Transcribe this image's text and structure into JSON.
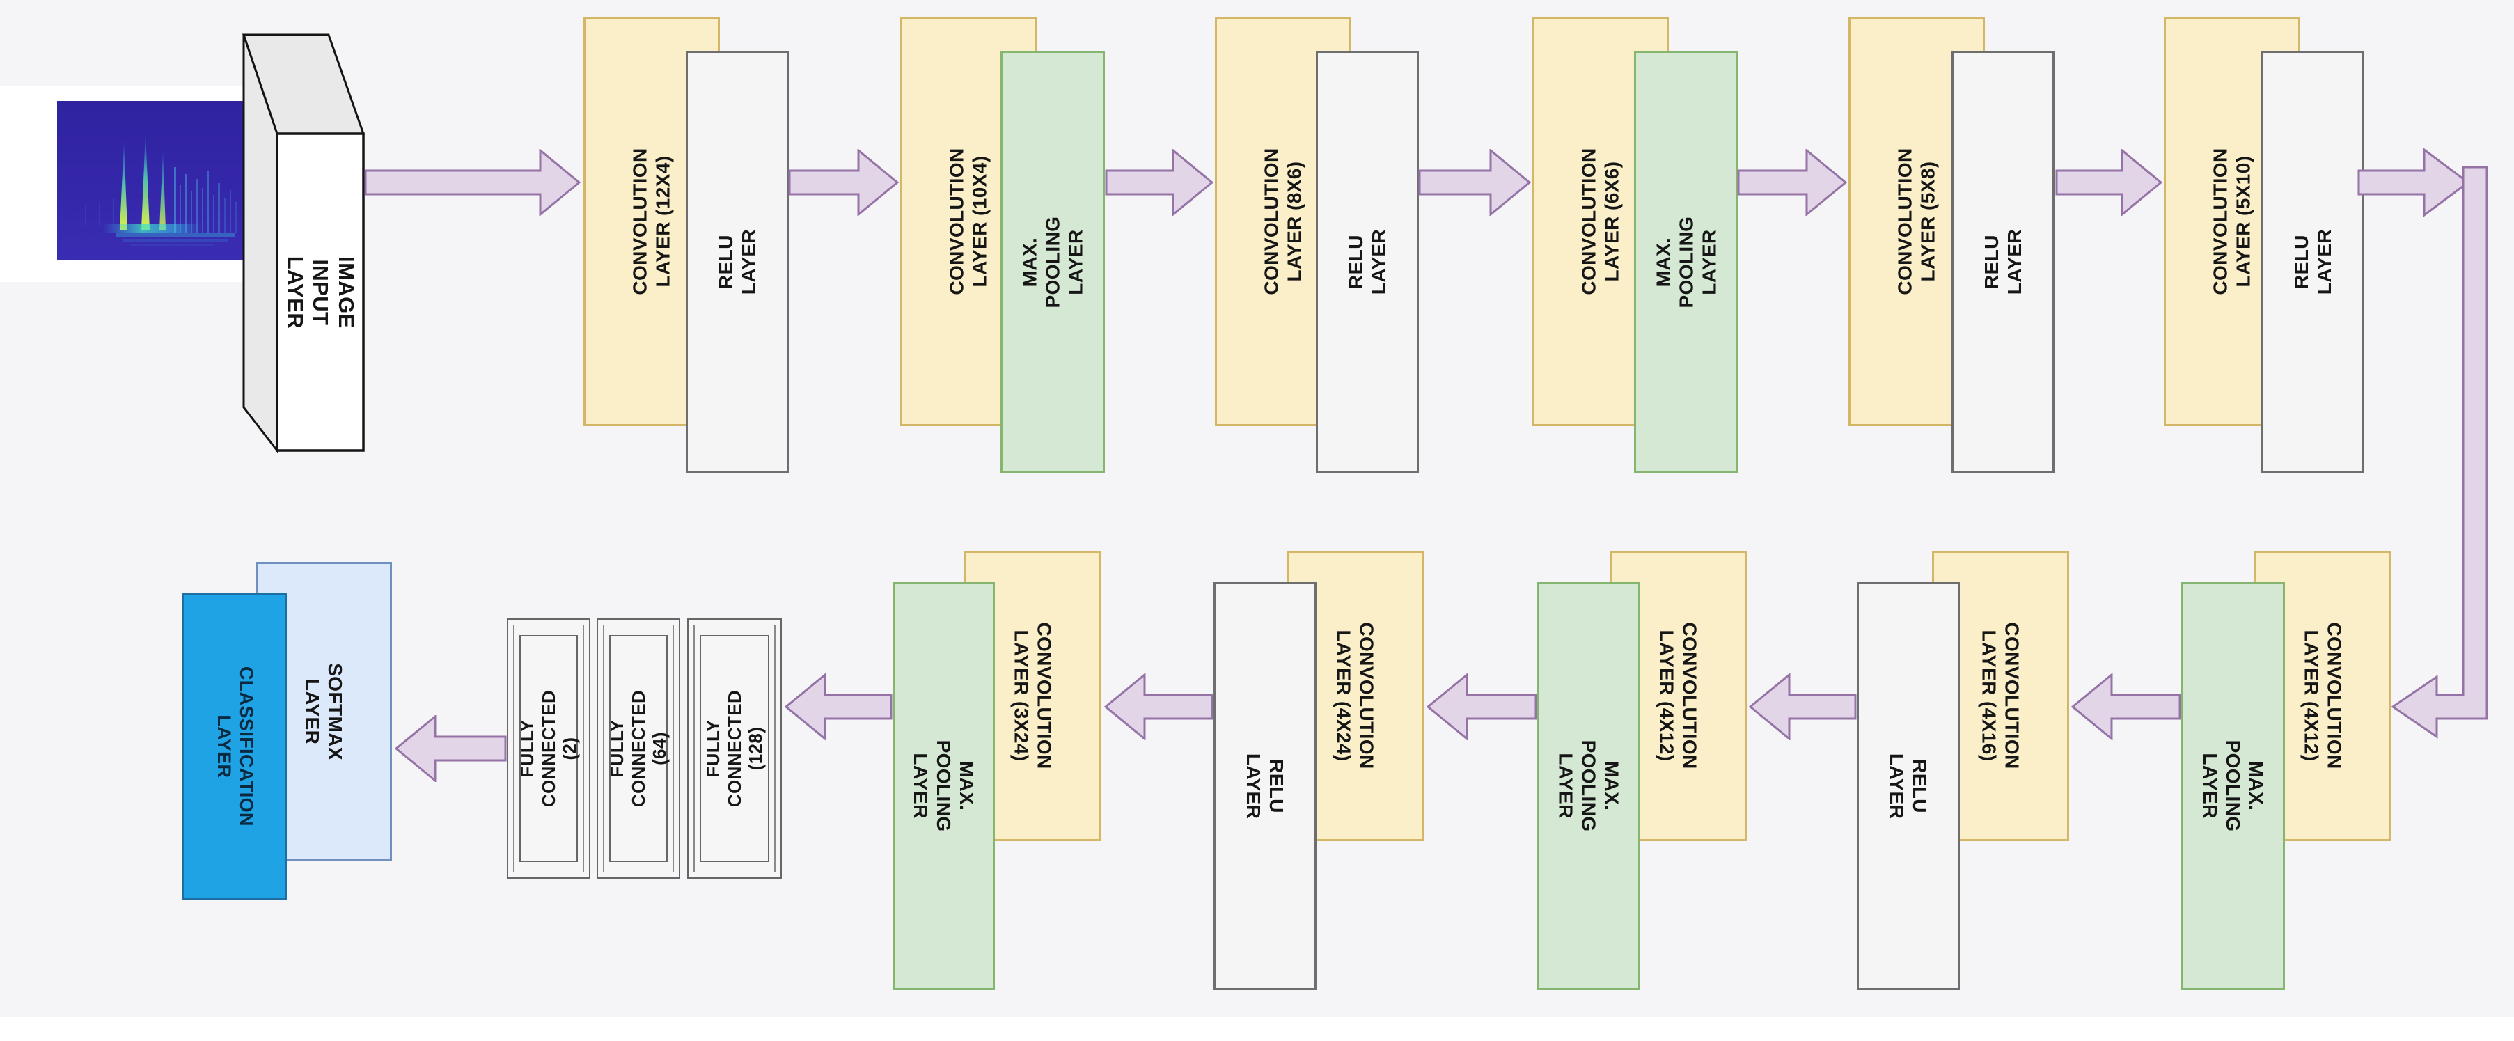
{
  "palette": {
    "conv_fill": "#FAEFC9",
    "conv_border": "#D3B767",
    "pool_fill": "#D5E8D4",
    "pool_border": "#85B56E",
    "relu_fill": "#F5F5F5",
    "relu_border": "#6E6E6E",
    "softmax_fill": "#DCE9FA",
    "softmax_border": "#7090C0",
    "classification_fill": "#20A3E4",
    "classification_border": "#1D6FA3",
    "arrow_fill": "#E1D5E7",
    "arrow_border": "#9673A6",
    "canvas_bg": "#F5F5F7"
  },
  "input_block": {
    "label": "IMAGE INPUT LAYER"
  },
  "top_row": [
    {
      "primary": "CONVOLUTION\nLAYER (12X4)",
      "secondary": "RELU LAYER",
      "secondary_kind": "relu"
    },
    {
      "primary": "CONVOLUTION\nLAYER (10X4)",
      "secondary": "MAX. POOLING\nLAYER",
      "secondary_kind": "pool"
    },
    {
      "primary": "CONVOLUTION\nLAYER (8X6)",
      "secondary": "RELU LAYER",
      "secondary_kind": "relu"
    },
    {
      "primary": "CONVOLUTION\nLAYER (6X6)",
      "secondary": "MAX. POOLING\nLAYER",
      "secondary_kind": "pool"
    },
    {
      "primary": "CONVOLUTION\nLAYER (5X8)",
      "secondary": "RELU LAYER",
      "secondary_kind": "relu"
    },
    {
      "primary": "CONVOLUTION\nLAYER (5X10)",
      "secondary": "RELU LAYER",
      "secondary_kind": "relu"
    }
  ],
  "bottom_row": [
    {
      "primary": "CONVOLUTION\nLAYER (4X12)",
      "secondary": "MAX. POOLING\nLAYER",
      "secondary_kind": "pool"
    },
    {
      "primary": "CONVOLUTION\nLAYER (4X16)",
      "secondary": "RELU LAYER",
      "secondary_kind": "relu"
    },
    {
      "primary": "CONVOLUTION\nLAYER (4X12)",
      "secondary": "MAX. POOLING\nLAYER",
      "secondary_kind": "pool"
    },
    {
      "primary": "CONVOLUTION\nLAYER (4X24)",
      "secondary": "RELU LAYER",
      "secondary_kind": "relu"
    },
    {
      "primary": "CONVOLUTION\nLAYER (3X24)",
      "secondary": "MAX. POOLING\nLAYER",
      "secondary_kind": "pool"
    }
  ],
  "fully_connected": [
    "FULLY CONNECTED\n(2)",
    "FULLY CONNECTED\n(64)",
    "FULLY CONNECTED\n(128)"
  ],
  "softmax_label": "SOFTMAX LAYER",
  "classification_label": "CLASSIFICATION\nLAYER"
}
